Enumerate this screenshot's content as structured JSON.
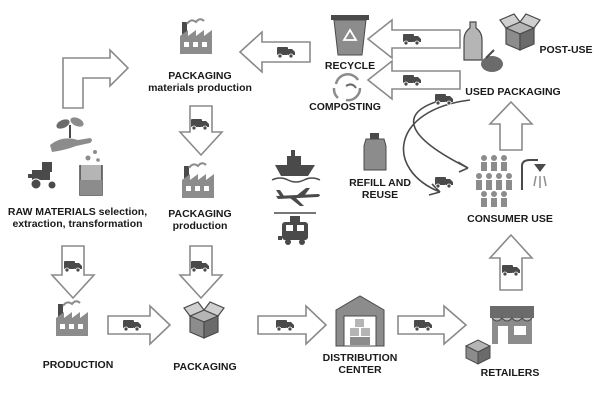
{
  "colors": {
    "arrow_fill": "#ffffff",
    "arrow_stroke": "#8a8a8a",
    "icon_dark": "#4a4a4a",
    "icon_mid": "#8c8c8c",
    "icon_light": "#b5b5b5",
    "text": "#1a1a1a"
  },
  "nodes": {
    "raw_materials": {
      "line1": "RAW MATERIALS selection,",
      "line2": "extraction, transformation",
      "icon": "raw-materials-icon"
    },
    "packaging_materials": {
      "line1": "PACKAGING",
      "line2": "materials production",
      "icon": "factory-icon"
    },
    "packaging_production": {
      "line1": "PACKAGING",
      "line2": "production",
      "icon": "factory-icon"
    },
    "production": {
      "label": "PRODUCTION",
      "icon": "factory-icon"
    },
    "packaging": {
      "label": "PACKAGING",
      "icon": "box-icon"
    },
    "distribution": {
      "line1": "DISTRIBUTION",
      "line2": "CENTER",
      "icon": "warehouse-icon"
    },
    "retailers": {
      "label": "RETAILERS",
      "icon": "store-icon"
    },
    "consumer_use": {
      "label": "CONSUMER USE",
      "icon": "people-shower-icon"
    },
    "used_packaging": {
      "label": "USED PACKAGING",
      "icon": "used-packaging-icon"
    },
    "post_use": {
      "label": "POST-USE",
      "icon": "box-icon"
    },
    "recycle": {
      "label": "RECYCLE",
      "icon": "recycle-bin-icon"
    },
    "composting": {
      "label": "COMPOSTING",
      "icon": "compost-icon"
    },
    "refill": {
      "line1": "REFILL AND",
      "line2": "REUSE",
      "icon": "bottle-icon"
    }
  },
  "transport_legend": [
    "ship-icon",
    "plane-icon",
    "train-icon"
  ]
}
